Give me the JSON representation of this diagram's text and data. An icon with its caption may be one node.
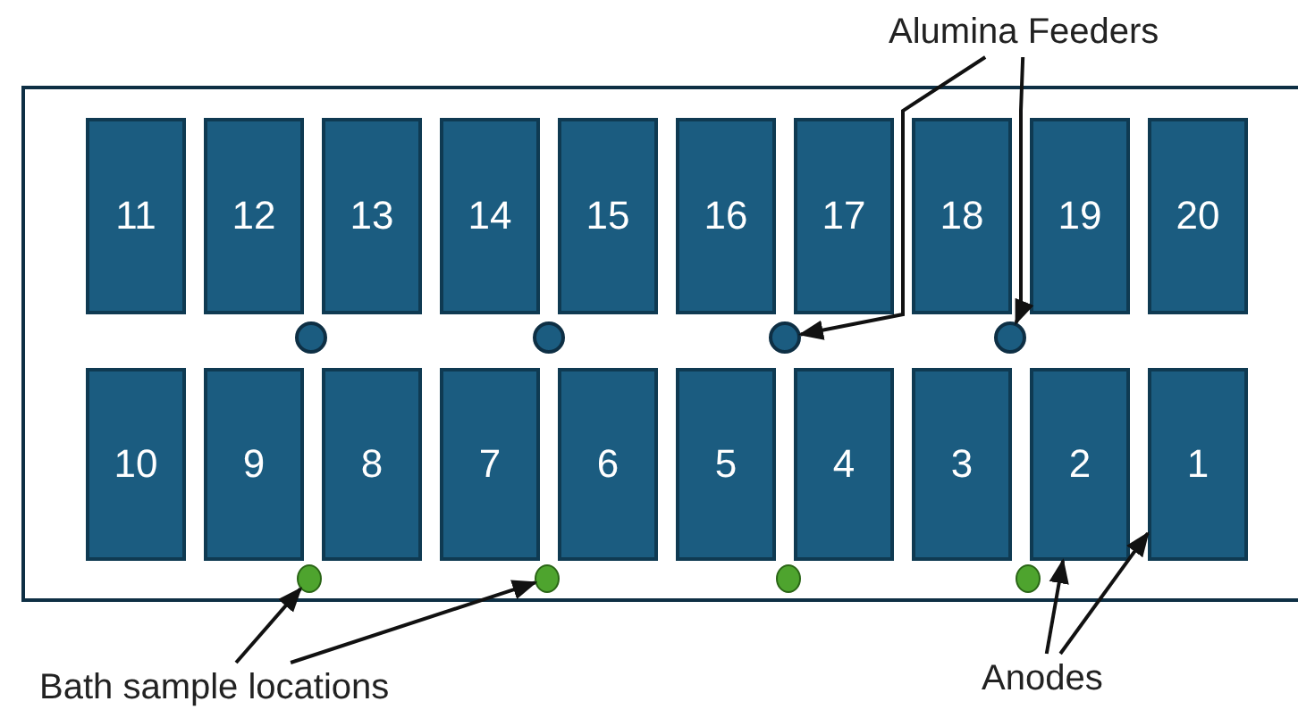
{
  "diagram": {
    "nodes": [
      {
        "text": [],
        "shape": "box"
      },
      {
        "text": [
          "11"
        ],
        "in": 0
      },
      {
        "text": [
          "12"
        ],
        "in": 0
      },
      {
        "text": [
          "13"
        ],
        "in": 0
      },
      {
        "text": [
          "14"
        ],
        "in": 0
      },
      {
        "text": [
          "15"
        ],
        "in": 0
      },
      {
        "text": [
          "16"
        ],
        "in": 0
      },
      {
        "text": [
          "17"
        ],
        "in": 0
      },
      {
        "text": [
          "18"
        ],
        "in": 0
      },
      {
        "text": [
          "19"
        ],
        "in": 0
      },
      {
        "text": [
          "20"
        ],
        "in": 0
      },
      {
        "text": [
          "10"
        ],
        "in": 0
      },
      {
        "text": [
          "9"
        ],
        "in": 0
      },
      {
        "text": [
          "8"
        ],
        "in": 0
      },
      {
        "text": [
          "7"
        ],
        "in": 0
      },
      {
        "text": [
          "6"
        ],
        "in": 0
      },
      {
        "text": [
          "5"
        ],
        "in": 0
      },
      {
        "text": [
          "4"
        ],
        "in": 0
      },
      {
        "text": [
          "3"
        ],
        "in": 0
      },
      {
        "text": [
          "2"
        ],
        "in": 0
      },
      {
        "text": [
          "1"
        ],
        "in": 0
      },
      {
        "text": [],
        "shape": "circle",
        "in": 0
      },
      {
        "text": [],
        "shape": "circle",
        "in": 0
      },
      {
        "text": [],
        "shape": "circle",
        "in": 0
      },
      {
        "text": [],
        "shape": "circle",
        "in": 0
      },
      {
        "text": [],
        "shape": "circle",
        "in": 0
      },
      {
        "text": [],
        "shape": "circle",
        "in": 0
      },
      {
        "text": [],
        "shape": "circle",
        "in": 0
      },
      {
        "text": [],
        "shape": "circle",
        "in": 0
      },
      {
        "text": [
          "Alumina Feeders"
        ]
      },
      {
        "text": [
          "Bath sample locations"
        ]
      },
      {
        "text": [
          "Anodes"
        ]
      }
    ],
    "edges": [
      {
        "from": 29,
        "to": 23,
        "arrow": "to"
      },
      {
        "from": 29,
        "to": 24,
        "arrow": "to"
      },
      {
        "from": 30,
        "to": 25,
        "arrow": "to"
      },
      {
        "from": 30,
        "to": 26,
        "arrow": "to"
      },
      {
        "from": 31,
        "to": 19,
        "arrow": "to"
      },
      {
        "from": 31,
        "to": 20,
        "arrow": "to"
      }
    ]
  }
}
